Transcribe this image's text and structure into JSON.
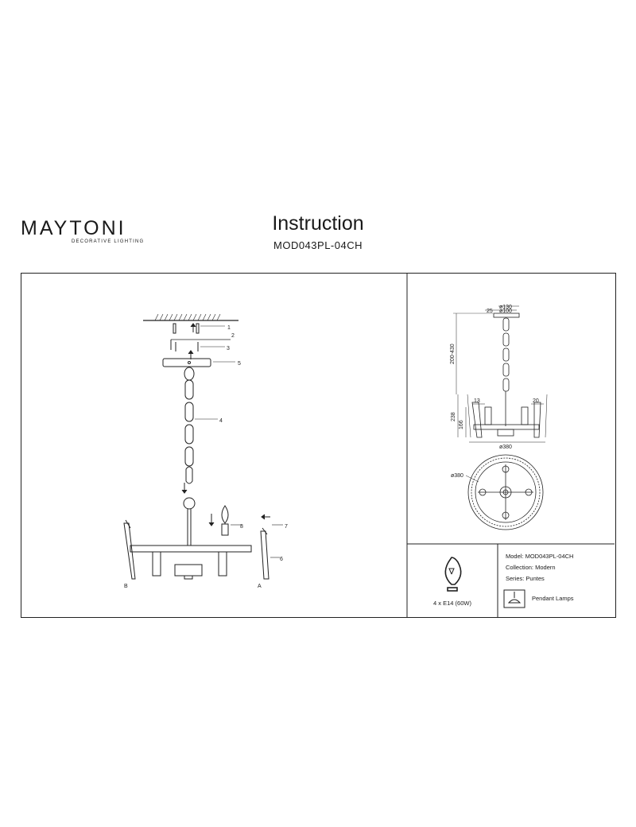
{
  "header": {
    "brand": "MAYTONI",
    "brand_tagline": "DECORATIVE LIGHTING",
    "title": "Instruction",
    "model_code": "MOD043PL-04CH"
  },
  "assembly": {
    "callouts": [
      "1",
      "2",
      "3",
      "4",
      "5",
      "6",
      "7",
      "8"
    ],
    "side_labels": {
      "left": "B",
      "right": "A"
    }
  },
  "dimensions": {
    "canopy_outer": "ø130",
    "canopy_inner": "ø100",
    "canopy_height": "25",
    "chain_length": "200-430",
    "socket_offset": "13",
    "panel_width": "20",
    "body_height": "238",
    "frame_height": "166",
    "width": "ø380",
    "plan_diameter": "ø380"
  },
  "specs": {
    "lamp": "4 x E14 (60W)",
    "model": "Model: MOD043PL-04CH",
    "collection": "Collection: Modern",
    "series": "Series: Puntes",
    "type": "Pendant Lamps"
  }
}
